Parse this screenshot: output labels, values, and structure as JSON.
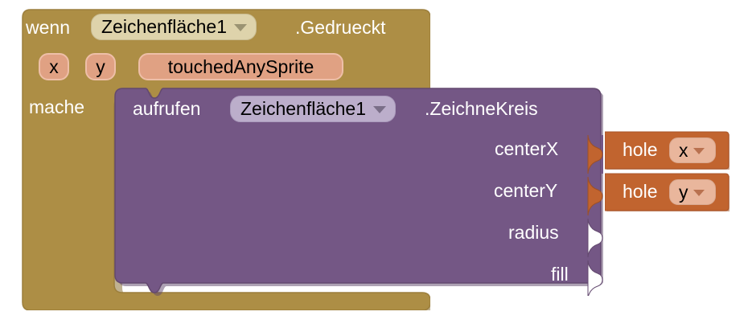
{
  "editor": {
    "name": "MIT App Inventor Blocks Editor",
    "language": "de",
    "background_color": "#ffffff"
  },
  "colors": {
    "event_block": "#ad8e45",
    "event_block_shadow": "#8d7336",
    "call_block": "#745785",
    "call_block_shadow": "#5d4569",
    "value_block": "#c1642f",
    "value_block_shadow": "#9d5026",
    "parameter_chip": "#e0a183",
    "parameter_chip_border": "#eebfa8",
    "field_event": "#ded3ab",
    "field_call": "#bcaecb",
    "field_value": "#e9b69c",
    "label_text": "#ffffff",
    "field_text": "#000000"
  },
  "event_block": {
    "name": "when-canvas-touched-event",
    "keyword_when": "wenn",
    "component_field": {
      "value": "Zeichenfläche1",
      "has_dropdown": true
    },
    "event_name": ".Gedrueckt",
    "parameters": [
      {
        "name": "x",
        "label": "x"
      },
      {
        "name": "y",
        "label": "y"
      },
      {
        "name": "touchedAnySprite",
        "label": "touchedAnySprite"
      }
    ],
    "keyword_do": "mache"
  },
  "call_block": {
    "name": "call-canvas-drawcircle",
    "keyword_call": "aufrufen",
    "component_field": {
      "value": "Zeichenfläche1",
      "has_dropdown": true
    },
    "method_name": ".ZeichneKreis",
    "sockets": [
      {
        "name": "centerX",
        "label": "centerX",
        "filled": true,
        "plug": "hole-x"
      },
      {
        "name": "centerY",
        "label": "centerY",
        "filled": true,
        "plug": "hole-y"
      },
      {
        "name": "radius",
        "label": "radius",
        "filled": false,
        "plug": null
      },
      {
        "name": "fill",
        "label": "fill",
        "filled": false,
        "plug": null
      }
    ]
  },
  "value_blocks": [
    {
      "name": "hole-x",
      "keyword": "hole",
      "field": {
        "value": "x",
        "has_dropdown": true
      }
    },
    {
      "name": "hole-y",
      "keyword": "hole",
      "field": {
        "value": "y",
        "has_dropdown": true
      }
    }
  ]
}
